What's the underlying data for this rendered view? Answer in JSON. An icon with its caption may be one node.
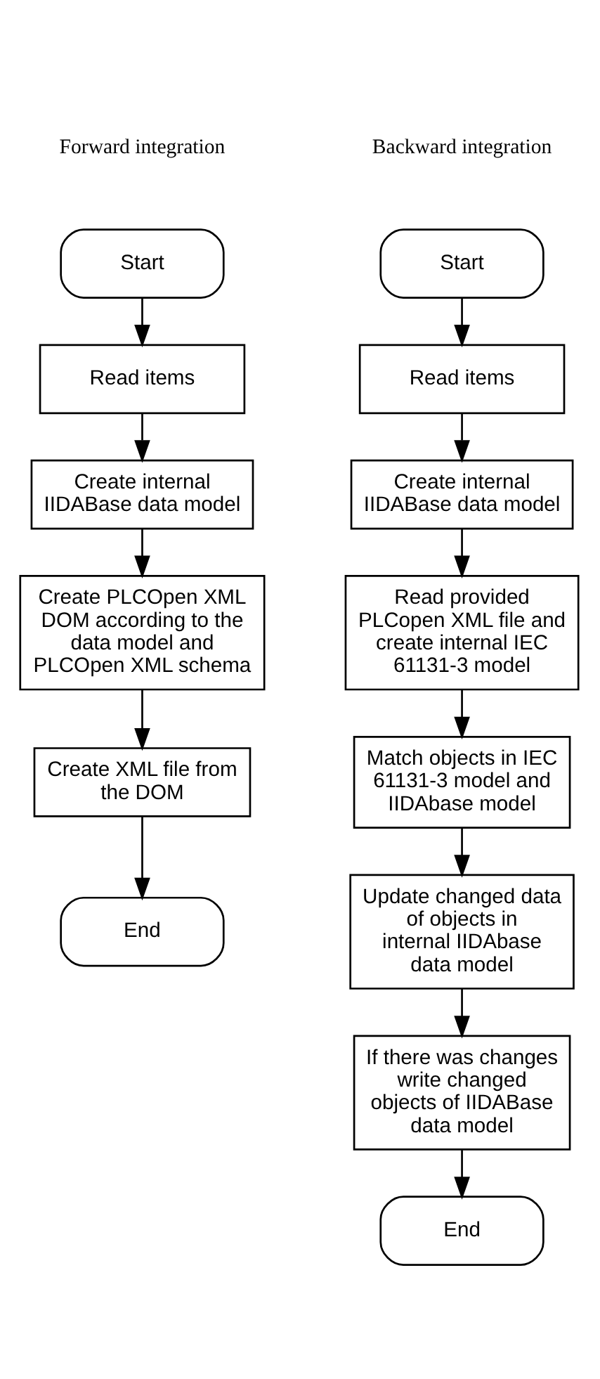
{
  "diagram": {
    "nodes": [
      {
        "text": [
          "Start"
        ]
      },
      {
        "text": [
          "Read items"
        ]
      },
      {
        "text": [
          "Create internal IIDABase data model"
        ]
      },
      {
        "text": [
          "Create PLCOpen XML DOM according to the data model and PLCOpen XML schema"
        ]
      },
      {
        "text": [
          "Create XML file from the DOM"
        ]
      },
      {
        "text": [
          "End"
        ]
      },
      {
        "text": [
          "Start"
        ]
      },
      {
        "text": [
          "Read items"
        ]
      },
      {
        "text": [
          "Create internal IIDABase data model"
        ]
      },
      {
        "text": [
          "Read provided PLCopen XML file and create internal IEC 61131-3 model"
        ]
      },
      {
        "text": [
          "Match objects in IEC 61131-3 model and IIDAbase model"
        ]
      },
      {
        "text": [
          "Update changed data of objects in internal IIDAbase data model"
        ]
      },
      {
        "text": [
          "If there was changes write changed objects of IIDABase data model"
        ]
      },
      {
        "text": [
          "End"
        ]
      }
    ],
    "edges": [
      {
        "from": 0,
        "to": 1,
        "arrow": "to"
      },
      {
        "from": 1,
        "to": 2,
        "arrow": "to"
      },
      {
        "from": 2,
        "to": 3,
        "arrow": "to"
      },
      {
        "from": 3,
        "to": 4,
        "arrow": "to"
      },
      {
        "from": 4,
        "to": 5,
        "arrow": "to"
      },
      {
        "from": 6,
        "to": 7,
        "arrow": "to"
      },
      {
        "from": 7,
        "to": 8,
        "arrow": "to"
      },
      {
        "from": 8,
        "to": 9,
        "arrow": "to"
      },
      {
        "from": 9,
        "to": 10,
        "arrow": "to"
      },
      {
        "from": 10,
        "to": 11,
        "arrow": "to"
      },
      {
        "from": 11,
        "to": 12,
        "arrow": "to"
      },
      {
        "from": 12,
        "to": 13,
        "arrow": "to"
      }
    ],
    "labels": [
      "Forward integration",
      "Backward integration"
    ]
  }
}
